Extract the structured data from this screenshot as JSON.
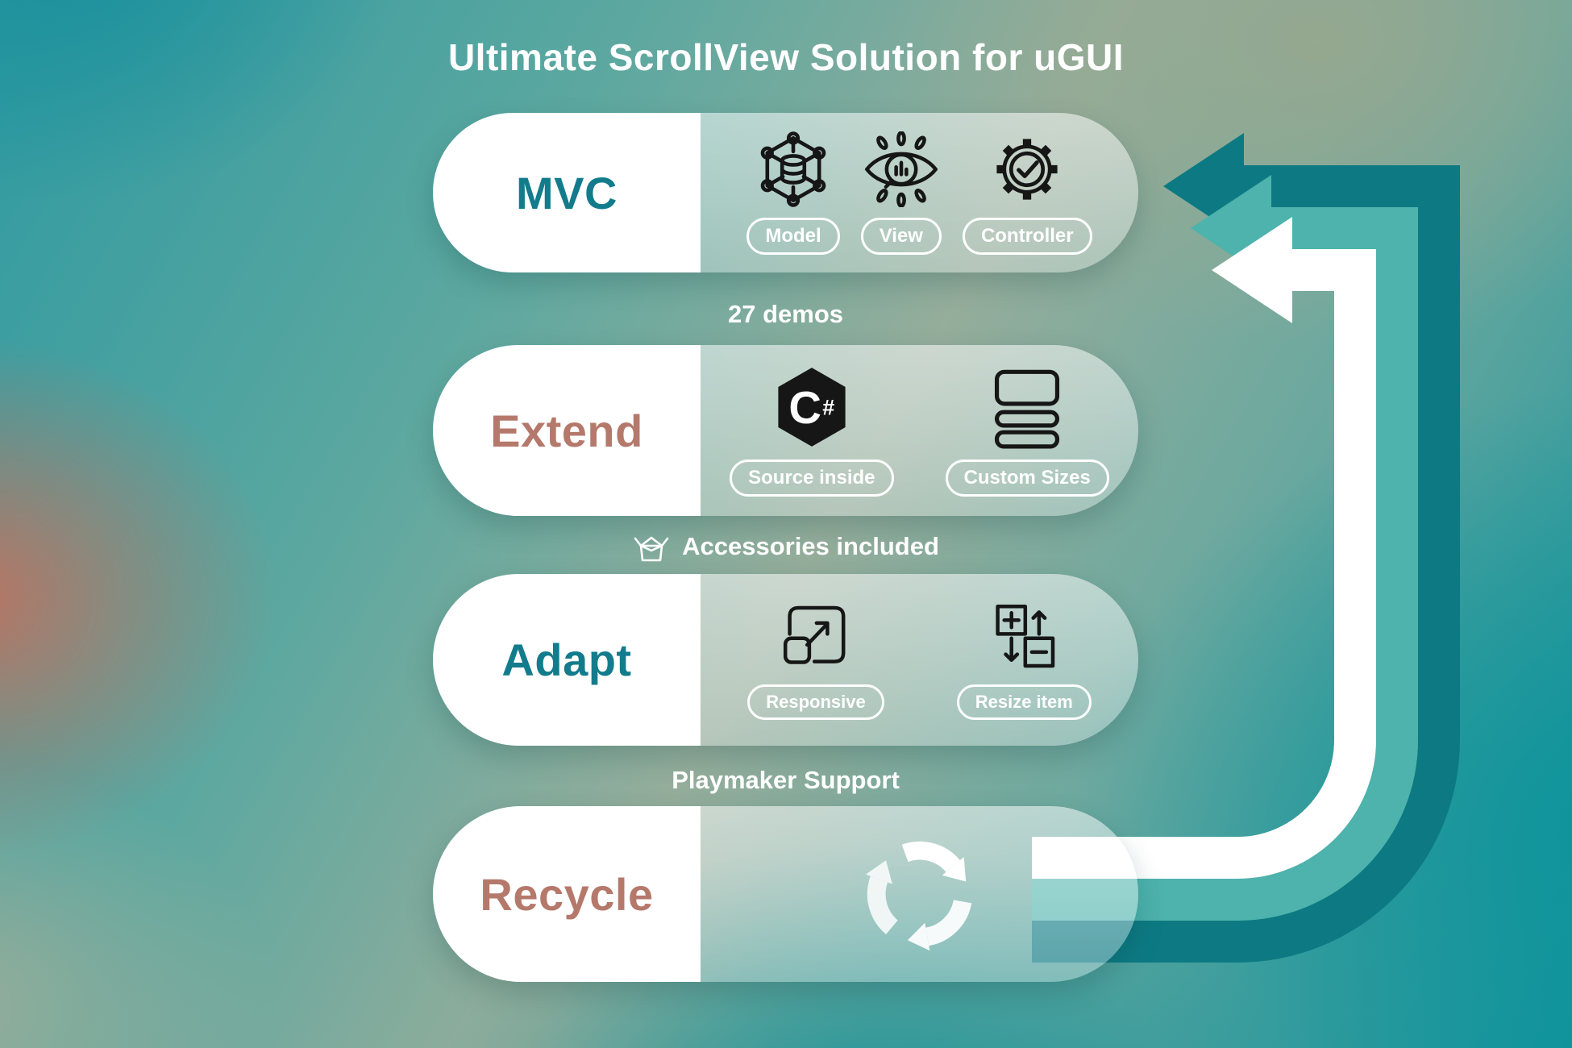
{
  "title": "Ultimate ScrollView Solution for uGUI",
  "colors": {
    "accent_teal": "#137c8c",
    "accent_salmon": "#b5796c",
    "card_left_bg": "#ffffff",
    "card_right_bg": "rgba(255,255,255,0.4)",
    "pill_border": "#ffffff",
    "text_light": "#ffffff"
  },
  "arrows": {
    "dark": "#0d7a83",
    "mid": "#4db3ac",
    "light": "#ffffff",
    "recycle_tint": "#ededed"
  },
  "cards": [
    {
      "id": "mvc",
      "title": "MVC",
      "features": [
        {
          "icon": "model-icon",
          "label": "Model"
        },
        {
          "icon": "view-icon",
          "label": "View"
        },
        {
          "icon": "controller-icon",
          "label": "Controller"
        }
      ]
    },
    {
      "id": "extend",
      "title": "Extend",
      "features": [
        {
          "icon": "csharp-icon",
          "label": "Source inside"
        },
        {
          "icon": "custom-sizes-icon",
          "label": "Custom Sizes"
        }
      ]
    },
    {
      "id": "adapt",
      "title": "Adapt",
      "features": [
        {
          "icon": "responsive-icon",
          "label": "Responsive"
        },
        {
          "icon": "resize-item-icon",
          "label": "Resize item"
        }
      ]
    },
    {
      "id": "recycle",
      "title": "Recycle",
      "features": [
        {
          "icon": "recycle-icon"
        }
      ]
    }
  ],
  "connectors": [
    {
      "label": "27 demos"
    },
    {
      "icon": "open-box-icon",
      "label": "Accessories included"
    },
    {
      "label": "Playmaker Support"
    }
  ],
  "csharp_logo": {
    "letter": "C",
    "hash": "#"
  }
}
